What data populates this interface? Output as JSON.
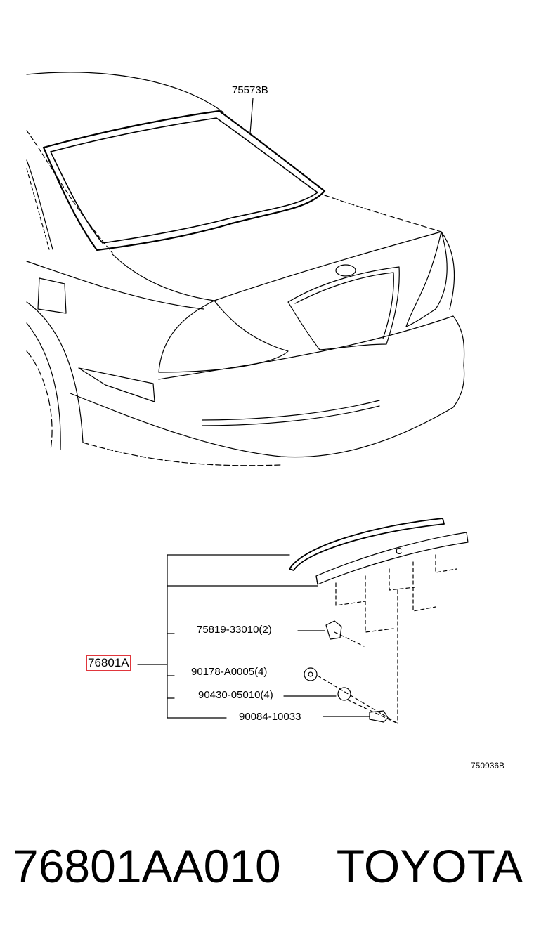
{
  "diagram": {
    "callouts": {
      "weatherstrip": "75573B",
      "spoiler_assy": "76801A",
      "clip_1": "75819-33010(2)",
      "nut_1": "90178-A0005(4)",
      "washer": "90430-05010(4)",
      "bolt": "90084-10033",
      "section_mark": "C"
    },
    "figure_id": "750936B"
  },
  "footer": {
    "part_number": "76801AA010",
    "brand": "TOYOTA"
  },
  "colors": {
    "highlight": "#e0363c",
    "line": "#000000"
  }
}
